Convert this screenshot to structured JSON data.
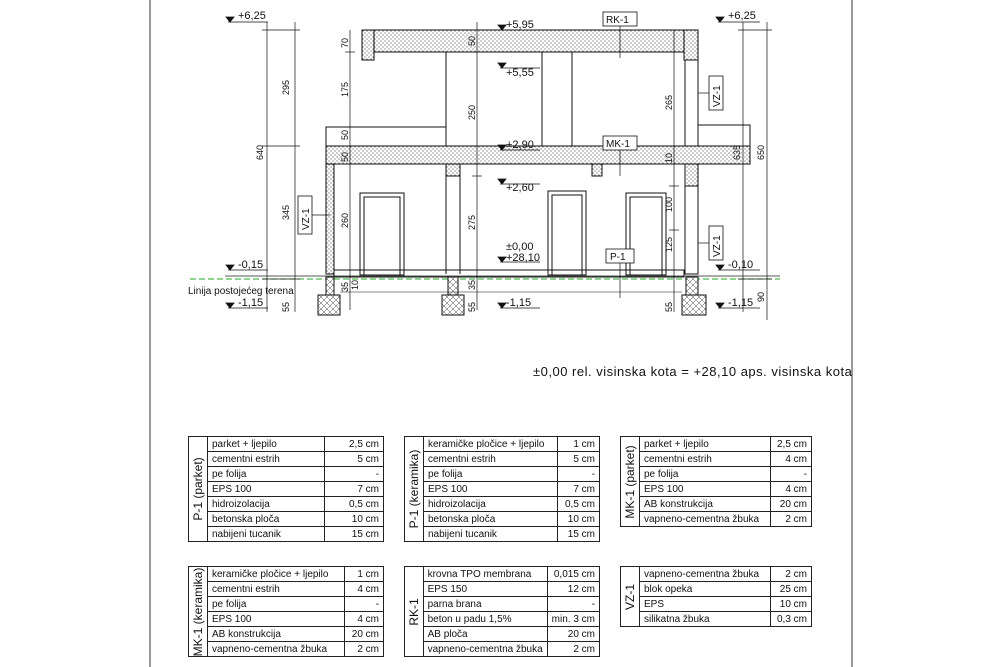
{
  "section": {
    "levels": {
      "top_left": "+6,25",
      "top_right": "+6,25",
      "roof": "+5,95",
      "ceiling_upper": "+5,55",
      "mid_slab": "+2,90",
      "ceiling_lower": "+2,60",
      "zero": "±0,00",
      "zero_abs": "+28,10",
      "ground_left": "-0,15",
      "ground_right": "-0,10",
      "foot_left": "-1,15",
      "foot_mid": "-1,15",
      "foot_right": "-1,15"
    },
    "tags": {
      "rk": "RK-1",
      "mk": "MK-1",
      "vz_left": "VZ-1",
      "vz_right_upper": "VZ-1",
      "vz_right_lower": "VZ-1",
      "p": "P-1"
    },
    "dims": {
      "l_295": "295",
      "l_640": "640",
      "l_345": "345",
      "l_55": "55",
      "l_70": "70",
      "l_175": "175",
      "l_50a": "50",
      "l_50b": "50",
      "l_260": "260",
      "l_35": "35",
      "l_10": "10",
      "m_50": "50",
      "m_250": "250",
      "m_275": "275",
      "m_55": "55",
      "m_35": "35",
      "r_265": "265",
      "r_100": "100",
      "r_125": "125",
      "r_10": "10",
      "r_55": "55",
      "r_635": "635",
      "r_650": "650",
      "r_90": "90"
    },
    "ground_label": "Linija postojećeg terena",
    "note": "±0,00 rel. visinska kota = +28,10 aps. visinska kota"
  },
  "tables": [
    {
      "id": "P-1 (parket)",
      "rows": [
        [
          "parket + ljepilo",
          "2,5 cm"
        ],
        [
          "cementni estrih",
          "5 cm"
        ],
        [
          "pe folija",
          "-"
        ],
        [
          "EPS 100",
          "7 cm"
        ],
        [
          "hidroizolacija",
          "0,5 cm"
        ],
        [
          "betonska ploča",
          "10 cm"
        ],
        [
          "nabijeni tucanik",
          "15 cm"
        ]
      ]
    },
    {
      "id": "P-1 (keramika)",
      "rows": [
        [
          "keramičke pločice + ljepilo",
          "1 cm"
        ],
        [
          "cementni estrih",
          "5 cm"
        ],
        [
          "pe folija",
          "-"
        ],
        [
          "EPS 100",
          "7 cm"
        ],
        [
          "hidroizolacija",
          "0,5 cm"
        ],
        [
          "betonska ploča",
          "10 cm"
        ],
        [
          "nabijeni tucanik",
          "15 cm"
        ]
      ]
    },
    {
      "id": "MK-1 (parket)",
      "rows": [
        [
          "parket + ljepilo",
          "2,5 cm"
        ],
        [
          "cementni estrih",
          "4 cm"
        ],
        [
          "pe folija",
          "-"
        ],
        [
          "EPS 100",
          "4 cm"
        ],
        [
          "AB konstrukcija",
          "20 cm"
        ],
        [
          "vapneno-cementna žbuka",
          "2 cm"
        ]
      ]
    },
    {
      "id": "MK-1 (keramika)",
      "rows": [
        [
          "keramičke pločice + ljepilo",
          "1 cm"
        ],
        [
          "cementni estrih",
          "4 cm"
        ],
        [
          "pe folija",
          "-"
        ],
        [
          "EPS 100",
          "4 cm"
        ],
        [
          "AB konstrukcija",
          "20 cm"
        ],
        [
          "vapneno-cementna žbuka",
          "2 cm"
        ]
      ]
    },
    {
      "id": "RK-1",
      "rows": [
        [
          "krovna TPO membrana",
          "0,015 cm"
        ],
        [
          "EPS 150",
          "12 cm"
        ],
        [
          "parna brana",
          "-"
        ],
        [
          "beton u padu 1,5%",
          "min. 3 cm"
        ],
        [
          "AB ploča",
          "20 cm"
        ],
        [
          "vapneno-cementna žbuka",
          "2 cm"
        ]
      ]
    },
    {
      "id": "VZ-1",
      "rows": [
        [
          "vapneno-cementna žbuka",
          "2 cm"
        ],
        [
          "blok opeka",
          "25 cm"
        ],
        [
          "EPS",
          "10 cm"
        ],
        [
          "silikatna žbuka",
          "0,3 cm"
        ]
      ]
    }
  ]
}
